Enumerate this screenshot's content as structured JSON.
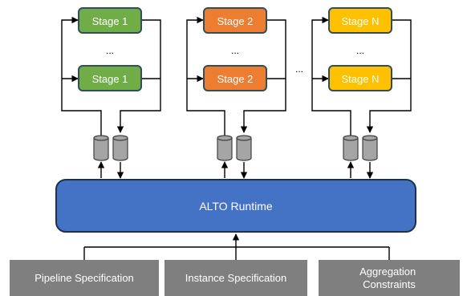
{
  "stages": [
    {
      "label": "Stage 1",
      "fill": "#70ad47",
      "text_color": "#ffffff"
    },
    {
      "label": "Stage 2",
      "fill": "#ed7d31",
      "text_color": "#ffffff"
    },
    {
      "label": "Stage N",
      "fill": "#ffc000",
      "text_color": "#ffffff"
    }
  ],
  "ellipsis": "...",
  "between_columns_ellipsis": "...",
  "runtime": {
    "label": "ALTO Runtime",
    "fill": "#4472c4",
    "text_color": "#ffffff"
  },
  "inputs": [
    {
      "label": "Pipeline Specification"
    },
    {
      "label": "Instance Specification"
    },
    {
      "label": "Aggregation Constraints"
    }
  ],
  "input_fill": "#7f7f7f",
  "cylinder_fill": "#a5a5a5",
  "stage_border": "#2f4f5f",
  "icons": [
    "database-cylinder-icon"
  ]
}
